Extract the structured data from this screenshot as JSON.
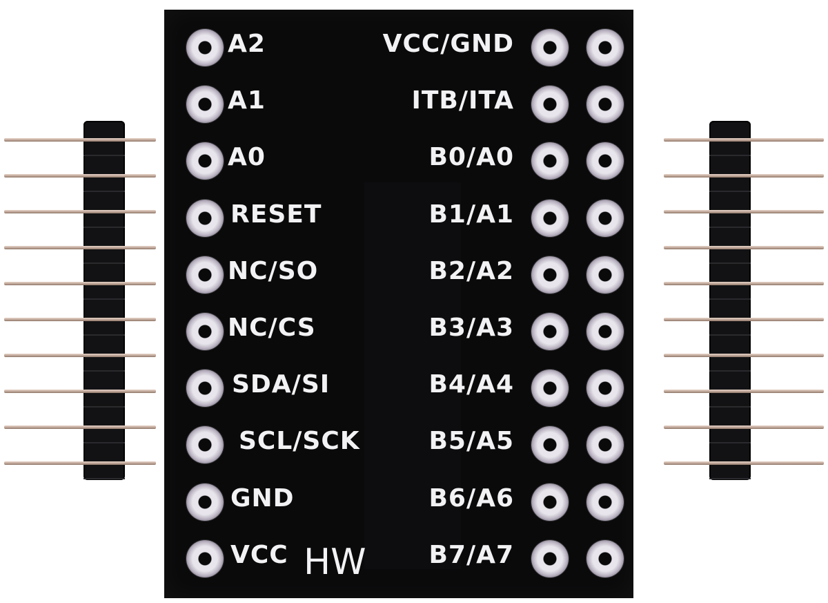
{
  "board": {
    "left_labels": [
      "A2",
      "A1",
      "A0",
      "RESET",
      "NC/SO",
      "NC/CS",
      "SDA/SI",
      "SCL/SCK",
      "GND",
      "VCC"
    ],
    "right_labels": [
      "VCC/GND",
      "ITB/ITA",
      "B0/A0",
      "B1/A1",
      "B2/A2",
      "B3/A3",
      "B4/A4",
      "B5/A5",
      "B6/A6",
      "B7/A7"
    ],
    "brand": "HW",
    "pins_per_header": 10,
    "colors": {
      "pcb": "#0a0a0b",
      "silkscreen": "#f2f2f4",
      "pad": "#d9d4de",
      "header_plastic": "#121214",
      "pin_metal": "#c2a99a"
    }
  }
}
